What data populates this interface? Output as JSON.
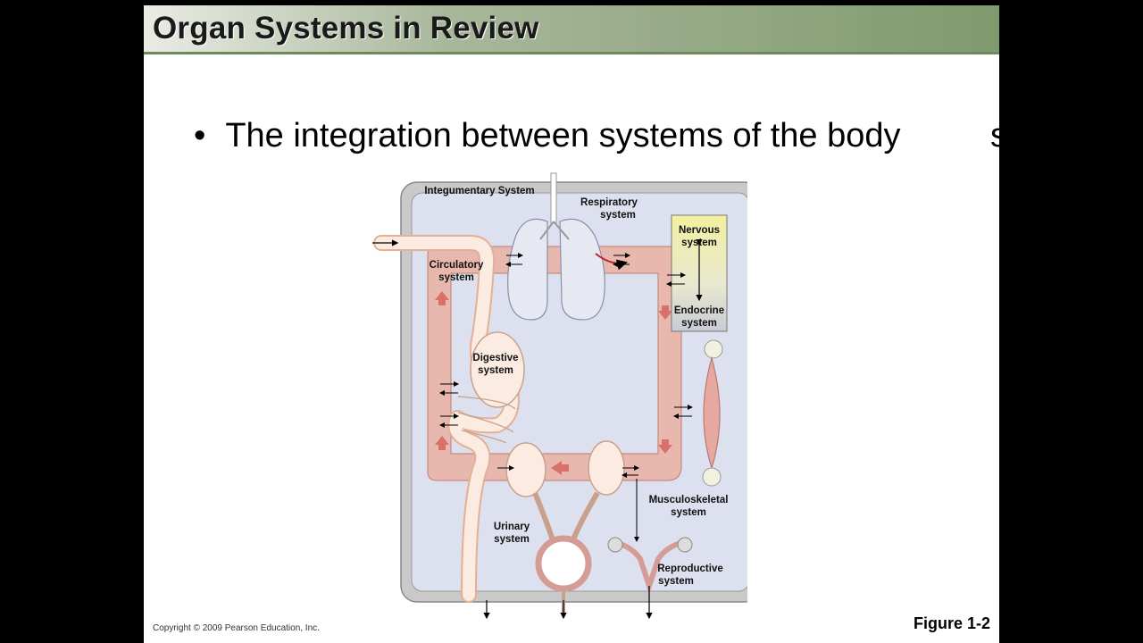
{
  "slide": {
    "title": "Organ Systems in Review",
    "bullet": "The integration between systems of the body",
    "bullet_cutoff": "s",
    "copyright": "Copyright © 2009 Pearson Education, Inc.",
    "figure_label": "Figure 1-2"
  },
  "diagram": {
    "integumentary": "Integumentary System",
    "respiratory": [
      "Respiratory",
      "system"
    ],
    "nervous": [
      "Nervous",
      "system"
    ],
    "endocrine": [
      "Endocrine",
      "system"
    ],
    "circulatory": [
      "Circulatory",
      "system"
    ],
    "digestive": [
      "Digestive",
      "system"
    ],
    "musculoskeletal": [
      "Musculoskeletal",
      "system"
    ],
    "urinary": [
      "Urinary",
      "system"
    ],
    "reproductive": [
      "Reproductive",
      "system"
    ]
  },
  "colors": {
    "title_bar": "#7f9a6e",
    "circulatory": "#e8b7ad",
    "body_frame": "#c9c9c9",
    "body_fill": "#dde0ee",
    "nervous_box": "#f3f0a0"
  }
}
